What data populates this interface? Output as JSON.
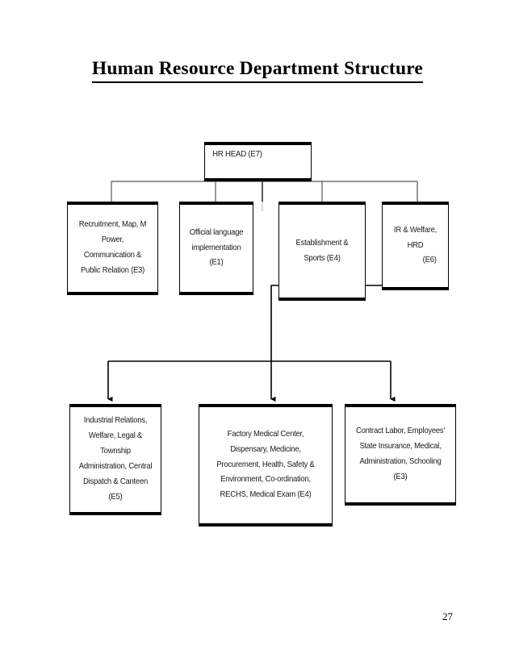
{
  "document": {
    "title": "Human Resource Department Structure",
    "page_number": "27"
  },
  "chart_data": {
    "type": "diagram",
    "diagram_kind": "organizational-chart",
    "title": "Human Resource Department Structure",
    "nodes": [
      {
        "id": "n0",
        "level": 0,
        "label": "HR HEAD (E7)",
        "lines": [
          "HR HEAD (E7)"
        ],
        "text_align": "left"
      },
      {
        "id": "n1",
        "level": 1,
        "label": "Recruitment, Map, M Power, Communication & Public Relation (E3)",
        "lines": [
          "Recruitment, Map, M",
          "Power, Communication &",
          "Public Relation (E3)"
        ],
        "grade": "E3"
      },
      {
        "id": "n2",
        "level": 1,
        "label": "Official language implementation (E1)",
        "lines": [
          "Official language",
          "implementation (E1)"
        ],
        "grade": "E1"
      },
      {
        "id": "n3",
        "level": 1,
        "label": "Establishment & Sports (E4)",
        "lines": [
          "Establishment & Sports",
          "(E4)"
        ],
        "grade": "E4"
      },
      {
        "id": "n4",
        "level": 1,
        "label": "IR & Welfare, HRD (E6)",
        "lines": [
          "IR & Welfare, HRD",
          "(E6)"
        ],
        "grade": "E6"
      },
      {
        "id": "n5",
        "level": 2,
        "label": "Industrial Relations, Welfare, Legal & Township Administration, Central Dispatch & Canteen (E5)",
        "lines": [
          "Industrial Relations,",
          "Welfare, Legal & Township",
          "Administration, Central",
          "Dispatch & Canteen (E5)"
        ],
        "grade": "E5"
      },
      {
        "id": "n6",
        "level": 2,
        "label": "Factory Medical Center, Dispensary, Medicine, Procurement, Health, Safety & Environment, Co-ordination, RECHS, Medical Exam (E4)",
        "lines": [
          "Factory Medical Center, Dispensary,",
          "Medicine, Procurement, Health, Safety &",
          "Environment, Co-ordination, RECHS,",
          "Medical Exam (E4)"
        ],
        "grade": "E4"
      },
      {
        "id": "n7",
        "level": 2,
        "label": "Contract Labor, Employees' State Insurance, Medical, Administration, Schooling (E3)",
        "lines": [
          "Contract Labor, Employees’",
          "State Insurance, Medical,",
          "Administration, Schooling (E3)"
        ],
        "grade": "E3"
      }
    ],
    "edges": [
      {
        "from": "n0",
        "to": "n1",
        "style": "elbow"
      },
      {
        "from": "n0",
        "to": "n2",
        "style": "elbow"
      },
      {
        "from": "n0",
        "to": "n3",
        "style": "elbow"
      },
      {
        "from": "n0",
        "to": "n4",
        "style": "elbow"
      },
      {
        "from": "n4",
        "to": "n5",
        "style": "elbow-arrow"
      },
      {
        "from": "n4",
        "to": "n6",
        "style": "elbow-arrow"
      },
      {
        "from": "n4",
        "to": "n7",
        "style": "elbow-arrow"
      }
    ],
    "colors": {
      "box_border": "#000000",
      "connector": "#000000",
      "text": "#1a1a1a",
      "background": "#ffffff"
    }
  }
}
